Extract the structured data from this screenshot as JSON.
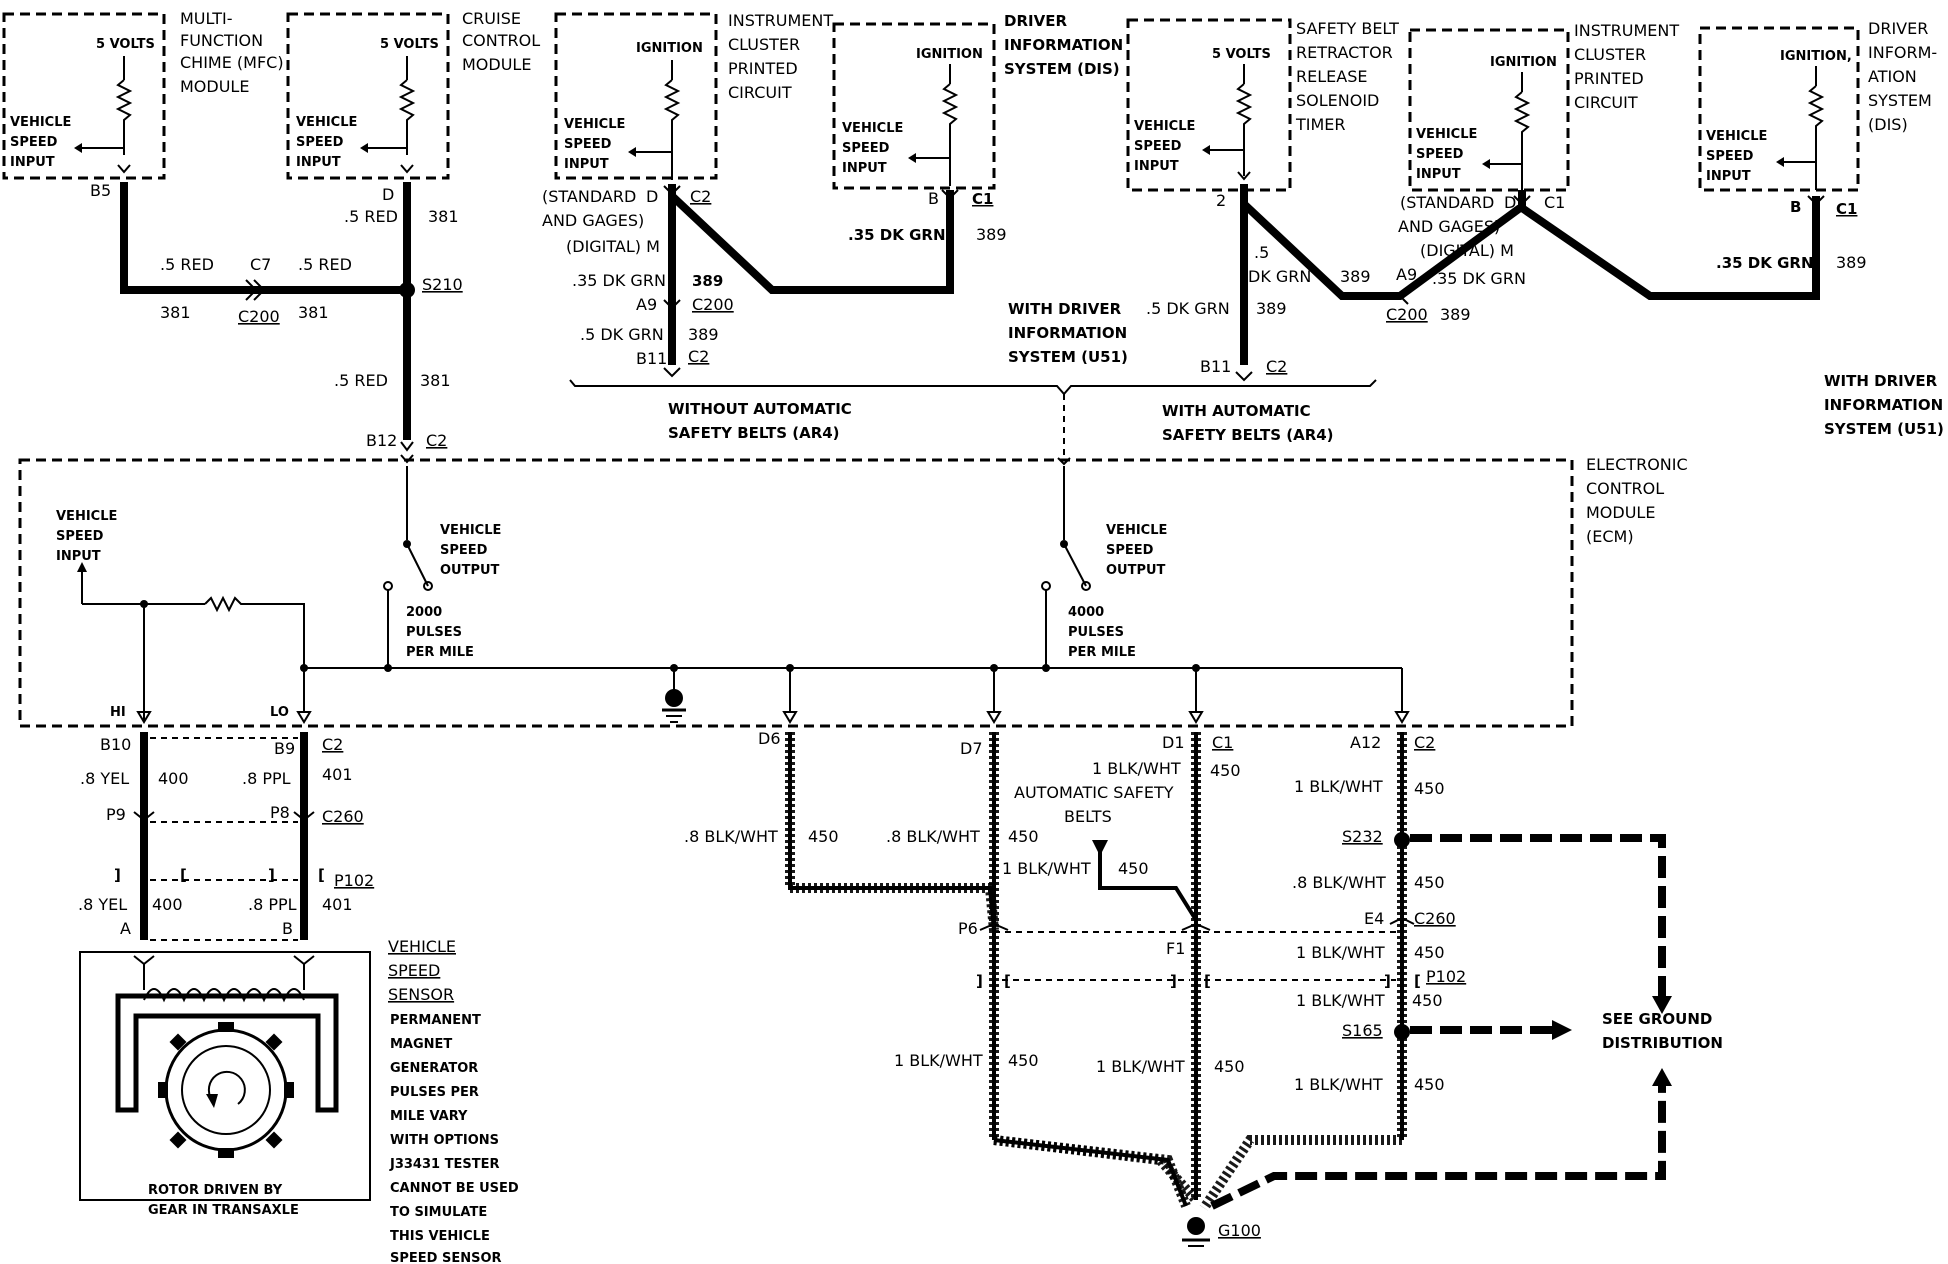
{
  "modules": {
    "mfc": {
      "volts": "5 VOLTS",
      "input": [
        "VEHICLE",
        "SPEED",
        "INPUT"
      ],
      "title": [
        "MULTI-",
        "FUNCTION",
        "CHIME (MFC)",
        "MODULE"
      ]
    },
    "cruise": {
      "volts": "5 VOLTS",
      "input": [
        "VEHICLE",
        "SPEED",
        "INPUT"
      ],
      "title": [
        "CRUISE",
        "CONTROL",
        "MODULE"
      ]
    },
    "ic1": {
      "volts": "IGNITION",
      "input": [
        "VEHICLE",
        "SPEED",
        "INPUT"
      ],
      "title": [
        "INSTRUMENT",
        "CLUSTER",
        "PRINTED",
        "CIRCUIT"
      ]
    },
    "dis1": {
      "volts": "IGNITION",
      "input": [
        "VEHICLE",
        "SPEED",
        "INPUT"
      ],
      "title": [
        "DRIVER",
        "INFORMATION",
        "SYSTEM (DIS)"
      ]
    },
    "sbr": {
      "volts": "5 VOLTS",
      "input": [
        "VEHICLE",
        "SPEED",
        "INPUT"
      ],
      "title": [
        "SAFETY BELT",
        "RETRACTOR",
        "RELEASE",
        "SOLENOID",
        "TIMER"
      ]
    },
    "ic2": {
      "volts": "IGNITION",
      "input": [
        "VEHICLE",
        "SPEED",
        "INPUT"
      ],
      "title": [
        "INSTRUMENT",
        "CLUSTER",
        "PRINTED",
        "CIRCUIT"
      ]
    },
    "dis2": {
      "volts": "IGNITION,",
      "input": [
        "VEHICLE",
        "SPEED",
        "INPUT"
      ],
      "title": [
        "DRIVER",
        "INFORM-",
        "ATION",
        "SYSTEM",
        "(DIS)"
      ]
    }
  },
  "labels": {
    "b5": "B5",
    "d": "D",
    "red1": ".5 RED",
    "n381a": "381",
    "red2": ".5 RED",
    "c7": "C7",
    "red3": ".5 RED",
    "n381b": "381",
    "c200a": "C200",
    "n381c": "381",
    "s210": "S210",
    "red4": ".5 RED",
    "n381d": "381",
    "b12": "B12",
    "c2a": "C2",
    "std1": "(STANDARD",
    "d0a": "D",
    "c2b": "C2",
    "gages1": "AND GAGES)",
    "dig1": "(DIGITAL) M",
    "dkgrn1": ".35 DK GRN",
    "n389a": "389",
    "a9a": "A9",
    "c200b": "C200",
    "dkgrn2": ".5 DK GRN",
    "n389b": "389",
    "b11a": "B11",
    "c2c": "C2",
    "b1": "B",
    "c1a": "C1",
    "dkgrn3": ".35 DK GRN",
    "n389c": "389",
    "withdis": [
      "WITH DRIVER",
      "INFORMATION",
      "SYSTEM (U51)"
    ],
    "without": [
      "WITHOUT AUTOMATIC",
      "SAFETY BELTS (AR4)"
    ],
    "with": [
      "WITH AUTOMATIC",
      "SAFETY BELTS (AR4)"
    ],
    "n2": "2",
    "p5": ".5",
    "dkgrn4": "DK GRN",
    "n389d": "389",
    "dkgrn5": ".5 DK GRN",
    "n389e": "389",
    "b11b": "B11",
    "c2d": "C2",
    "std2": "(STANDARD",
    "d0b": "D",
    "c1b": "C1",
    "gages2": "AND GAGES)",
    "dig2": "(DIGITAL) M",
    "a9b": "A9",
    "dkgrn6": ".35 DK GRN",
    "c200c": "C200",
    "n389f": "389",
    "b2": "B",
    "c1c": "C1",
    "dkgrn7": ".35 DK GRN",
    "n389g": "389",
    "withdis2": [
      "WITH DRIVER",
      "INFORMATION",
      "SYSTEM (U51)"
    ],
    "ecm": [
      "ELECTRONIC",
      "CONTROL",
      "MODULE",
      "(ECM)"
    ],
    "vsi": [
      "VEHICLE",
      "SPEED",
      "INPUT"
    ],
    "vso1": [
      "VEHICLE",
      "SPEED",
      "OUTPUT"
    ],
    "p2000": [
      "2000",
      "PULSES",
      "PER MILE"
    ],
    "vso2": [
      "VEHICLE",
      "SPEED",
      "OUTPUT"
    ],
    "p4000": [
      "4000",
      "PULSES",
      "PER MILE"
    ],
    "hi": "HI",
    "lo": "LO",
    "b10": "B10",
    "b9": "B9",
    "c2e": "C2",
    "yel1": ".8 YEL",
    "n400a": "400",
    "ppl1": ".8 PPL",
    "n401a": "401",
    "p9": "P9",
    "p8": "P8",
    "c260a": "C260",
    "yel2": ".8 YEL",
    "n400b": "400",
    "ppl2": ".8 PPL",
    "n401b": "401",
    "p102a": "P102",
    "a": "A",
    "b": "B",
    "vss": [
      "VEHICLE",
      "SPEED",
      "SENSOR"
    ],
    "vssdesc": [
      "PERMANENT",
      "MAGNET",
      "GENERATOR",
      "PULSES PER",
      "MILE VARY",
      "WITH OPTIONS",
      "J33431 TESTER",
      "CANNOT BE USED",
      "TO SIMULATE",
      "THIS VEHICLE",
      "SPEED SENSOR"
    ],
    "rotor": [
      "ROTOR DRIVEN BY",
      "GEAR IN TRANSAXLE"
    ],
    "d6": "D6",
    "d7": "D7",
    "d1": "D1",
    "c1d": "C1",
    "a12": "A12",
    "c2f": "C2",
    "bw1": "1 BLK/WHT",
    "n450a": "450",
    "asb": [
      "AUTOMATIC SAFETY",
      "BELTS"
    ],
    "bw2": "1 BLK/WHT",
    "n450b": "450",
    "bw3": ".8 BLK/WHT",
    "n450c": "450",
    "bw4": ".8 BLK/WHT",
    "n450d": "450",
    "bw5": "1 BLK/WHT",
    "n450e": "450",
    "s232": "S232",
    "bw6": ".8 BLK/WHT",
    "n450f": "450",
    "p6": "P6",
    "f1": "F1",
    "e4": "E4",
    "c260b": "C260",
    "bw7": "1 BLK/WHT",
    "n450g": "450",
    "p102b": "P102",
    "bw8": "1 BLK/WHT",
    "n450h": "450",
    "s165": "S165",
    "seeground": [
      "SEE GROUND",
      "DISTRIBUTION"
    ],
    "bw9": "1 BLK/WHT",
    "n450i": "450",
    "bw10": "1 BLK/WHT",
    "n450j": "450",
    "bw11": "1 BLK/WHT",
    "n450k": "450",
    "g100": "G100"
  }
}
